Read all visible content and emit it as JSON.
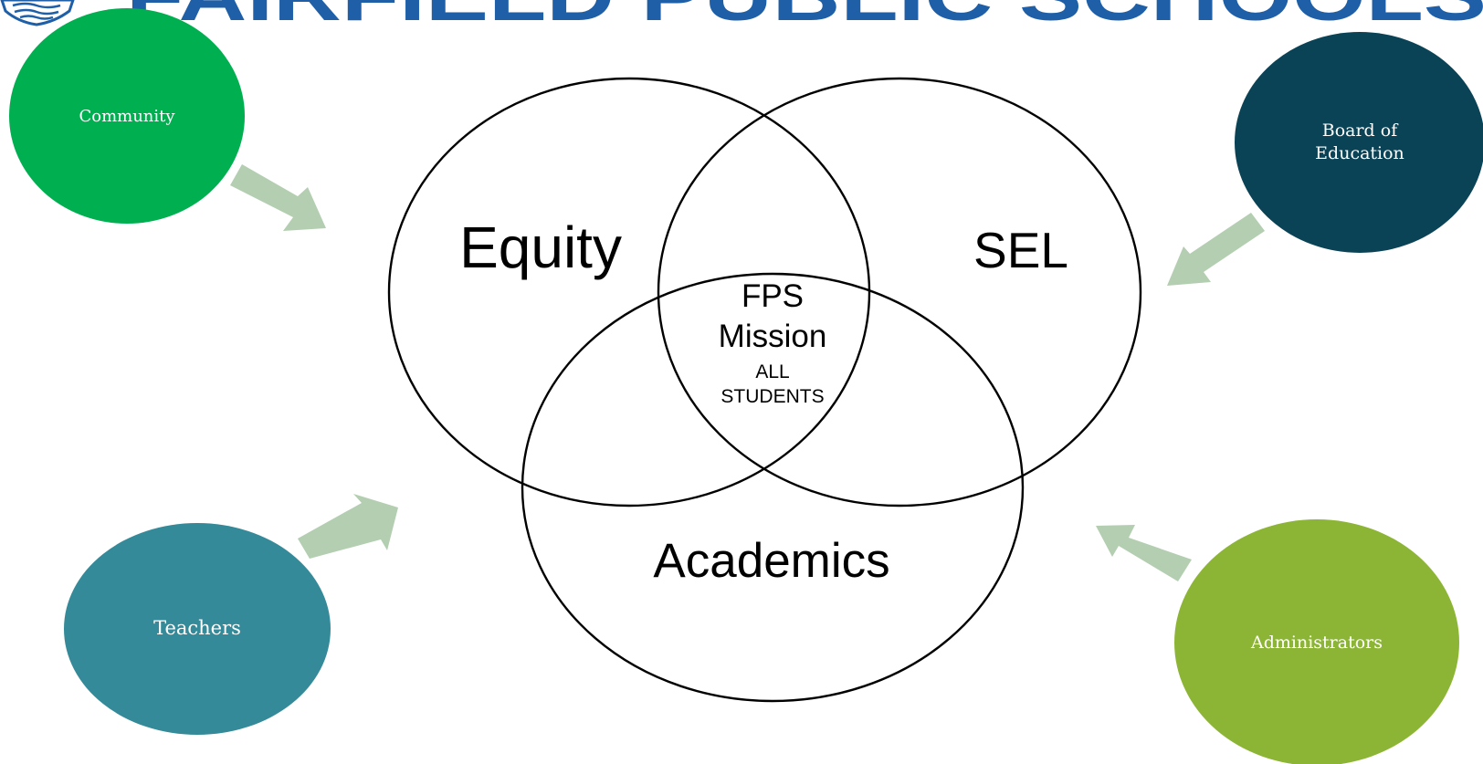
{
  "header": {
    "banner_text": "FAIRFIELD PUBLIC SCHOOLS",
    "brand_color": "#1e5fa8"
  },
  "venn": {
    "equity_label": "Equity",
    "sel_label": "SEL",
    "academics_label": "Academics",
    "center_title_line1": "FPS",
    "center_title_line2": "Mission",
    "center_sub_line1": "ALL",
    "center_sub_line2": "STUDENTS"
  },
  "stakeholders": {
    "community": {
      "label": "Community",
      "color": "#00b050"
    },
    "board": {
      "label_line1": "Board of",
      "label_line2": "Education",
      "color": "#0b4356"
    },
    "teachers": {
      "label": "Teachers",
      "color": "#348a98"
    },
    "administrators": {
      "label": "Administrators",
      "color": "#8db535"
    }
  },
  "colors": {
    "arrow": "#b3ceb0",
    "outline": "#000000"
  }
}
